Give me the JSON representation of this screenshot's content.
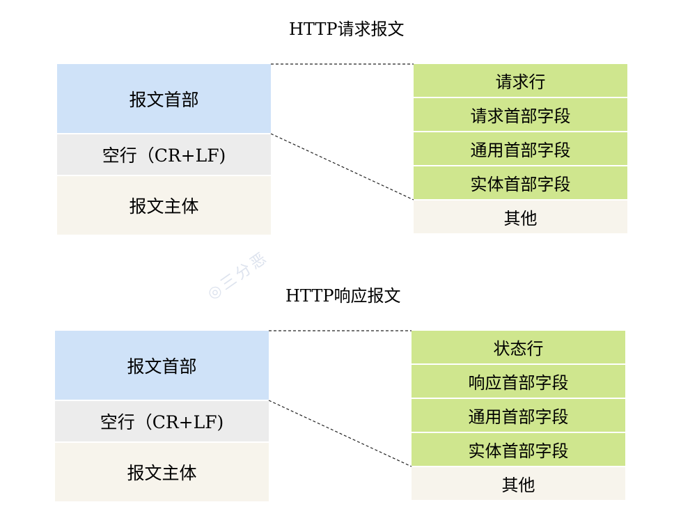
{
  "watermark": "三分恶",
  "request": {
    "title": "HTTP请求报文",
    "left": {
      "header": "报文首部",
      "blank_line": "空行（CR+LF)",
      "body": "报文主体"
    },
    "right": [
      "请求行",
      "请求首部字段",
      "通用首部字段",
      "实体首部字段",
      "其他"
    ]
  },
  "response": {
    "title": "HTTP响应报文",
    "left": {
      "header": "报文首部",
      "blank_line": "空行（CR+LF)",
      "body": "报文主体"
    },
    "right": [
      "状态行",
      "响应首部字段",
      "通用首部字段",
      "实体首部字段",
      "其他"
    ]
  },
  "colors": {
    "header_blue": "#cfe2f8",
    "blank_gray": "#ececec",
    "body_cream": "#f7f4ec",
    "field_green": "#cfe68e"
  }
}
